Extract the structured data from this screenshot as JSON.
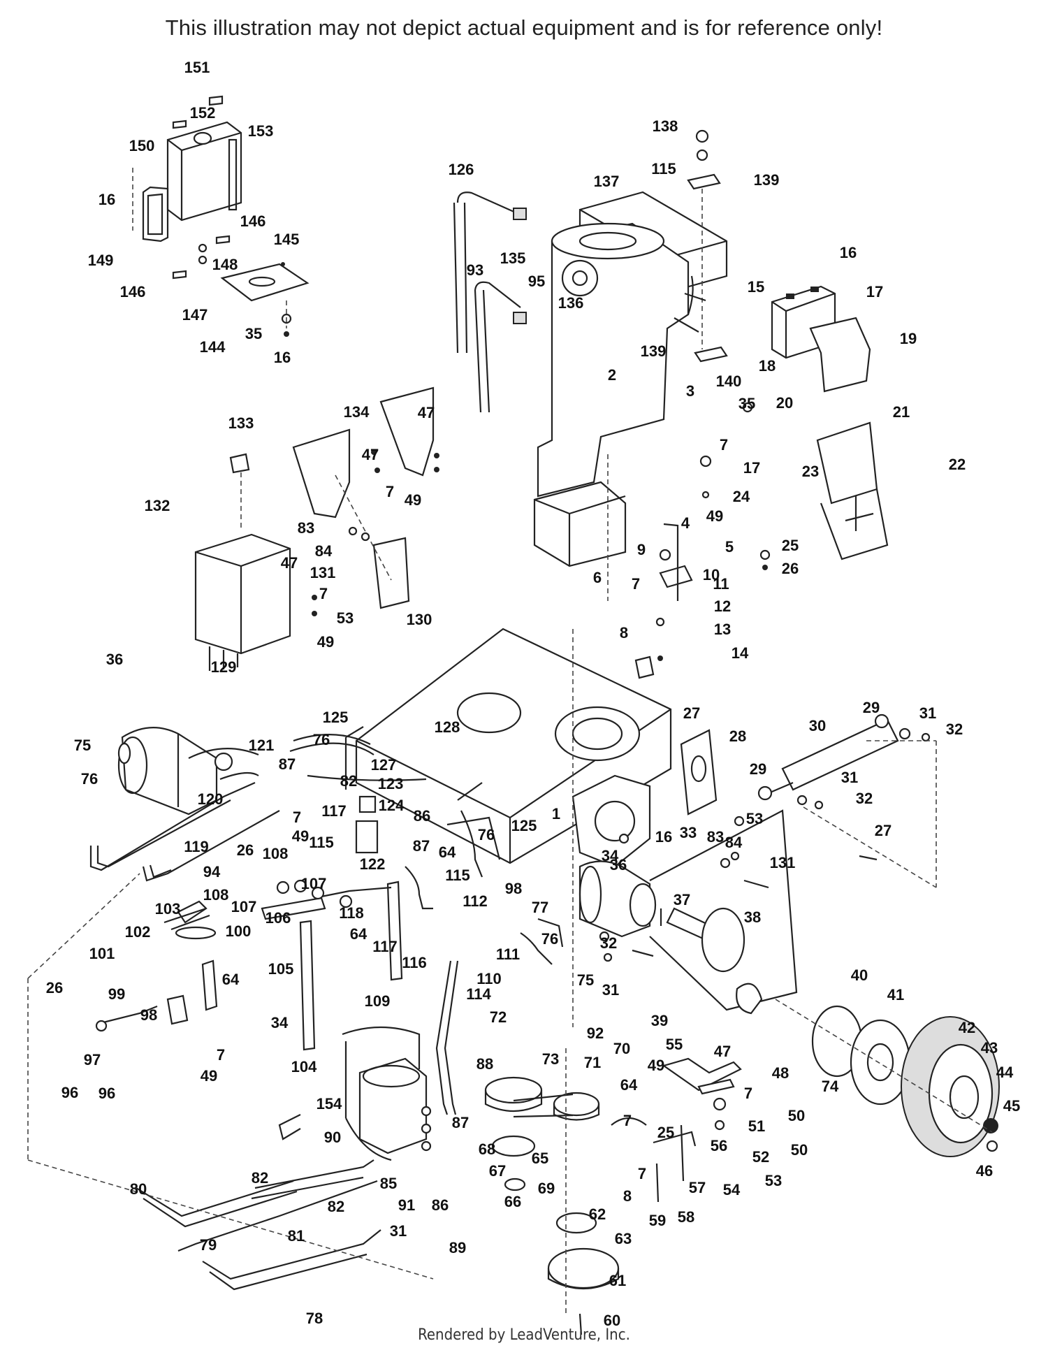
{
  "disclaimer": "This illustration may not depict actual equipment and is for reference only!",
  "footer": "Rendered by LeadVenture, Inc.",
  "callouts": [
    "151",
    "152",
    "153",
    "150",
    "16",
    "149",
    "146",
    "148",
    "145",
    "147",
    "146",
    "144",
    "35",
    "16",
    "126",
    "137",
    "138",
    "115",
    "139",
    "135",
    "95",
    "93",
    "136",
    "16",
    "15",
    "17",
    "19",
    "18",
    "133",
    "134",
    "47",
    "47",
    "7",
    "49",
    "132",
    "83",
    "84",
    "47",
    "131",
    "7",
    "53",
    "49",
    "130",
    "139",
    "140",
    "2",
    "3",
    "35",
    "20",
    "21",
    "22",
    "7",
    "17",
    "23",
    "24",
    "49",
    "4",
    "5",
    "9",
    "10",
    "25",
    "26",
    "6",
    "7",
    "11",
    "12",
    "13",
    "14",
    "8",
    "36",
    "129",
    "75",
    "76",
    "125",
    "76",
    "121",
    "87",
    "127",
    "128",
    "82",
    "123",
    "124",
    "86",
    "125",
    "76",
    "1",
    "27",
    "28",
    "29",
    "30",
    "31",
    "32",
    "29",
    "31",
    "32",
    "120",
    "119",
    "7",
    "49",
    "115",
    "117",
    "122",
    "87",
    "64",
    "26",
    "108",
    "94",
    "108",
    "107",
    "107",
    "106",
    "103",
    "102",
    "100",
    "101",
    "99",
    "98",
    "97",
    "96",
    "96",
    "26",
    "64",
    "105",
    "34",
    "104",
    "109",
    "7",
    "49",
    "118",
    "117",
    "116",
    "112",
    "115",
    "64",
    "98",
    "110",
    "111",
    "114",
    "77",
    "76",
    "75",
    "32",
    "31",
    "39",
    "33",
    "16",
    "34",
    "36",
    "37",
    "83",
    "84",
    "131",
    "53",
    "27",
    "38",
    "40",
    "41",
    "42",
    "43",
    "44",
    "45",
    "46",
    "74",
    "92",
    "88",
    "72",
    "73",
    "71",
    "70",
    "68",
    "67",
    "66",
    "65",
    "69",
    "64",
    "7",
    "49",
    "55",
    "47",
    "48",
    "7",
    "50",
    "51",
    "50",
    "52",
    "53",
    "54",
    "57",
    "56",
    "25",
    "58",
    "59",
    "7",
    "8",
    "63",
    "62",
    "61",
    "60",
    "154",
    "90",
    "85",
    "82",
    "82",
    "81",
    "91",
    "31",
    "89",
    "86",
    "87",
    "80",
    "79",
    "78"
  ]
}
